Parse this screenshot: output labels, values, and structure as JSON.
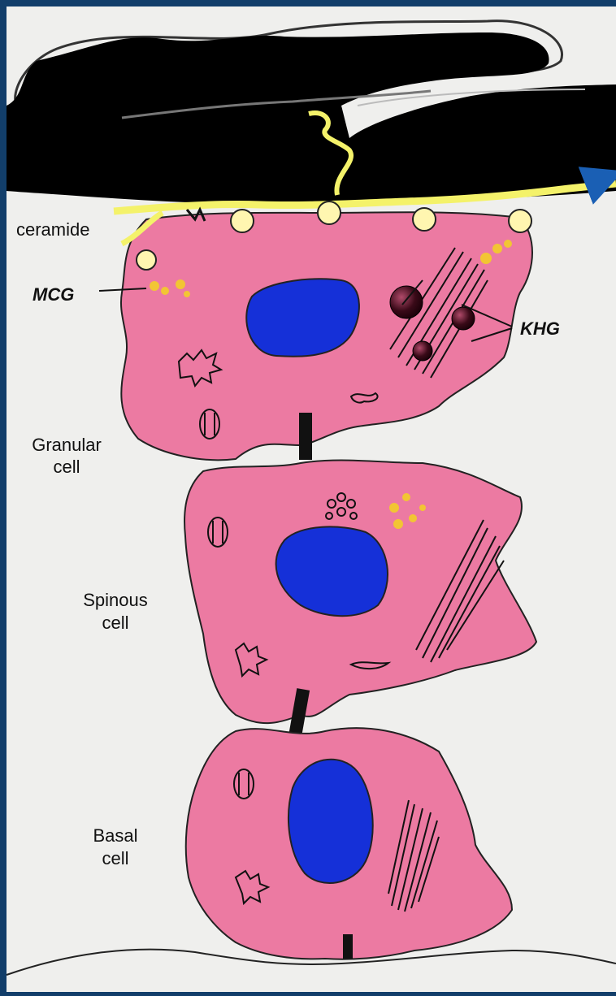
{
  "labels": {
    "ceramide": "ceramide",
    "mcg": "MCG",
    "khg": "KHG",
    "granular_line1": "Granular",
    "granular_line2": "cell",
    "spinous_line1": "Spinous",
    "spinous_line2": "cell",
    "basal_line1": "Basal",
    "basal_line2": "cell"
  },
  "colors": {
    "frame": "#123e6a",
    "background": "#efefed",
    "cell": "#ec7aa2",
    "nucleus": "#1530d8",
    "granule": "#f2c534",
    "lipid": "#f4f26a",
    "stratum_corneum": "#000000",
    "arrow": "#1a5fb4"
  }
}
